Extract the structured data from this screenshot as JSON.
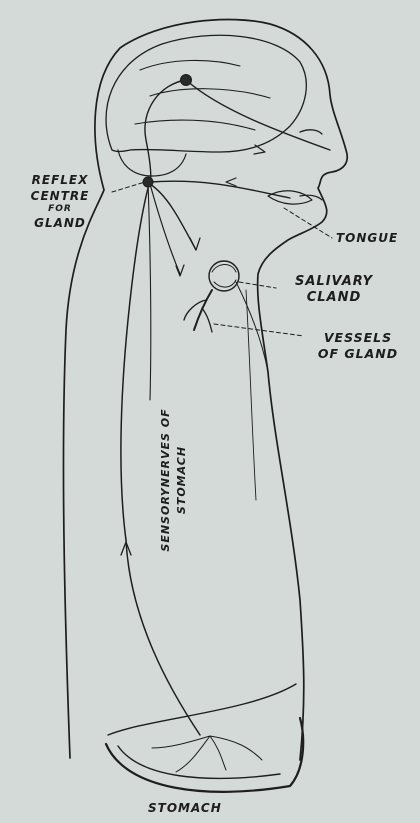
{
  "diagram": {
    "labels": {
      "reflex_centre": [
        "REFLEX",
        "CENTRE",
        "FOR",
        "GLAND"
      ],
      "tongue": "TONGUE",
      "salivary_gland": [
        "SALIVARY",
        "CLAND"
      ],
      "vessels_of_gland": [
        "VESSELS",
        "OF GLAND"
      ],
      "sensory_nerves": [
        "SENSORYNERVES OF",
        "STOMACH"
      ],
      "stomach": "STOMACH"
    },
    "colors": {
      "background": "#d4dad8",
      "ink": "#1d1d1d"
    }
  }
}
